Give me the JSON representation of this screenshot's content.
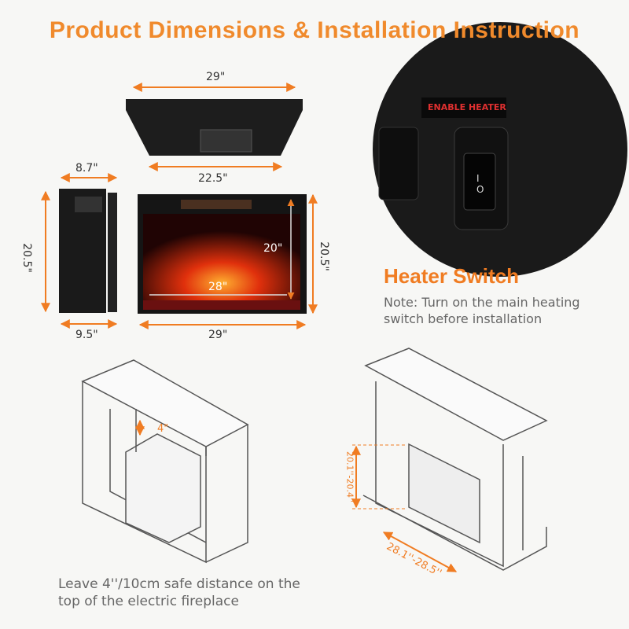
{
  "title": "Product Dimensions & Installation Instruction",
  "dimensions": {
    "top_width": "29\"",
    "top_depth": "22.5\"",
    "side_depth_top": "8.7\"",
    "side_depth_bottom": "9.5\"",
    "side_height": "20.5\"",
    "front_height_outer": "20.5\"",
    "front_height_inner": "20\"",
    "front_width_inner": "28\"",
    "front_width_outer": "29\"",
    "clearance": "4\"",
    "mantel_opening_height": "20.1''-20.4''",
    "mantel_opening_width": "28.1''-28.5''"
  },
  "heater": {
    "label_on_unit": "ENABLE HEATER",
    "heading": "Heater Switch",
    "note": "Note: Turn on the main heating switch before installation"
  },
  "install_note": "Leave 4''/10cm safe distance on the top of the electric fireplace",
  "colors": {
    "accent": "#f08a2c",
    "dimension_line": "#f07c22",
    "unit_body": "#1c1c1c"
  }
}
